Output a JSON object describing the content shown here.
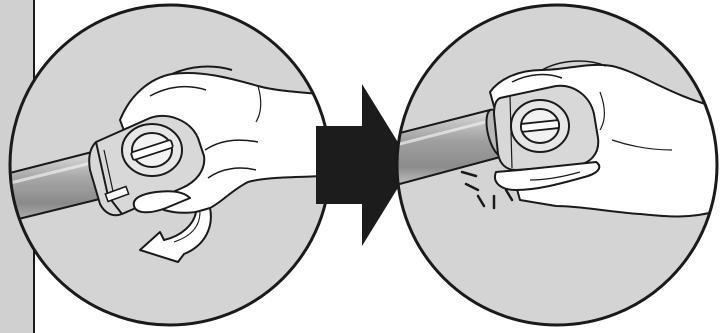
{
  "figure": {
    "panel_count": 2,
    "panels": [
      {
        "id": "step-1",
        "action": "rotate-hose-cuff",
        "arrow": "curved-rotation-arrow"
      },
      {
        "id": "step-2",
        "action": "hose-locked-click",
        "indicator": "click-sound-lines"
      }
    ],
    "transition": "right-arrow",
    "colors": {
      "background": "#ffffff",
      "panel_fill": "#d4d4d4",
      "outline": "#1a1a1a",
      "hose_mid": "#9a9a9a",
      "hose_light": "#cfcfcf",
      "hand": "#ffffff",
      "arrow": "#1c1c1c",
      "wall": "#d0d0d0"
    }
  }
}
